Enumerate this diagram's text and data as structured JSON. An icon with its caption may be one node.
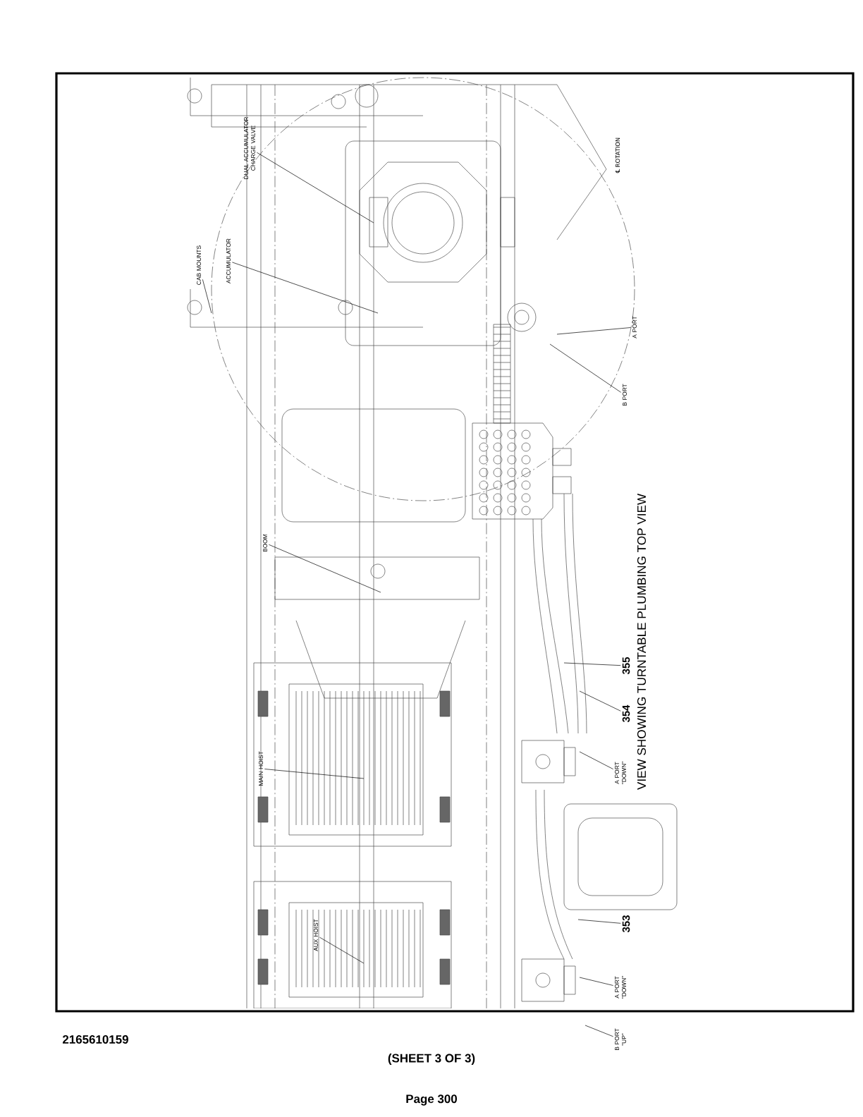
{
  "diagram": {
    "nodes": [
      {
        "text": [
          "DUAL ACCUMULATOR CHARGE VALVE"
        ]
      },
      {
        "text": [
          "CAB MOUNTS"
        ]
      },
      {
        "text": [
          "ACCUMULATOR"
        ]
      },
      {
        "text": [
          "A PORT"
        ]
      },
      {
        "text": [
          "B PORT"
        ]
      },
      {
        "text": [
          "BOOM"
        ]
      },
      {
        "text": [
          "355"
        ]
      },
      {
        "text": [
          "354"
        ]
      },
      {
        "text": [
          "MAIN HOIST"
        ]
      },
      {
        "text": [
          "A PORT \"DOWN\""
        ]
      },
      {
        "text": [
          "AUX HOIST"
        ]
      },
      {
        "text": [
          "353"
        ]
      },
      {
        "text": [
          "A PORT \"DOWN\""
        ]
      },
      {
        "text": [
          "B PORT \"UP\""
        ]
      }
    ],
    "edges": [
      {
        "from": 0,
        "to": null,
        "arrow": "none"
      },
      {
        "from": 1,
        "to": null,
        "arrow": "none"
      },
      {
        "from": 2,
        "to": null,
        "arrow": "none"
      },
      {
        "from": 3,
        "to": null,
        "arrow": "none"
      },
      {
        "from": 4,
        "to": null,
        "arrow": "none"
      },
      {
        "from": 5,
        "to": null,
        "arrow": "none"
      },
      {
        "from": 6,
        "to": null,
        "arrow": "none"
      },
      {
        "from": 7,
        "to": null,
        "arrow": "none"
      },
      {
        "from": 8,
        "to": null,
        "arrow": "none"
      },
      {
        "from": 9,
        "to": null,
        "arrow": "none"
      },
      {
        "from": 10,
        "to": null,
        "arrow": "none"
      },
      {
        "from": 11,
        "to": null,
        "arrow": "none"
      },
      {
        "from": 12,
        "to": null,
        "arrow": "none"
      },
      {
        "from": 13,
        "to": null,
        "arrow": "none"
      }
    ],
    "labels": [
      "℄ ROTATION",
      "VIEW SHOWING TURNTABLE PLUMBING TOP VIEW",
      "2165610159",
      "(SHEET 3 OF 3)",
      "Page 300"
    ]
  }
}
